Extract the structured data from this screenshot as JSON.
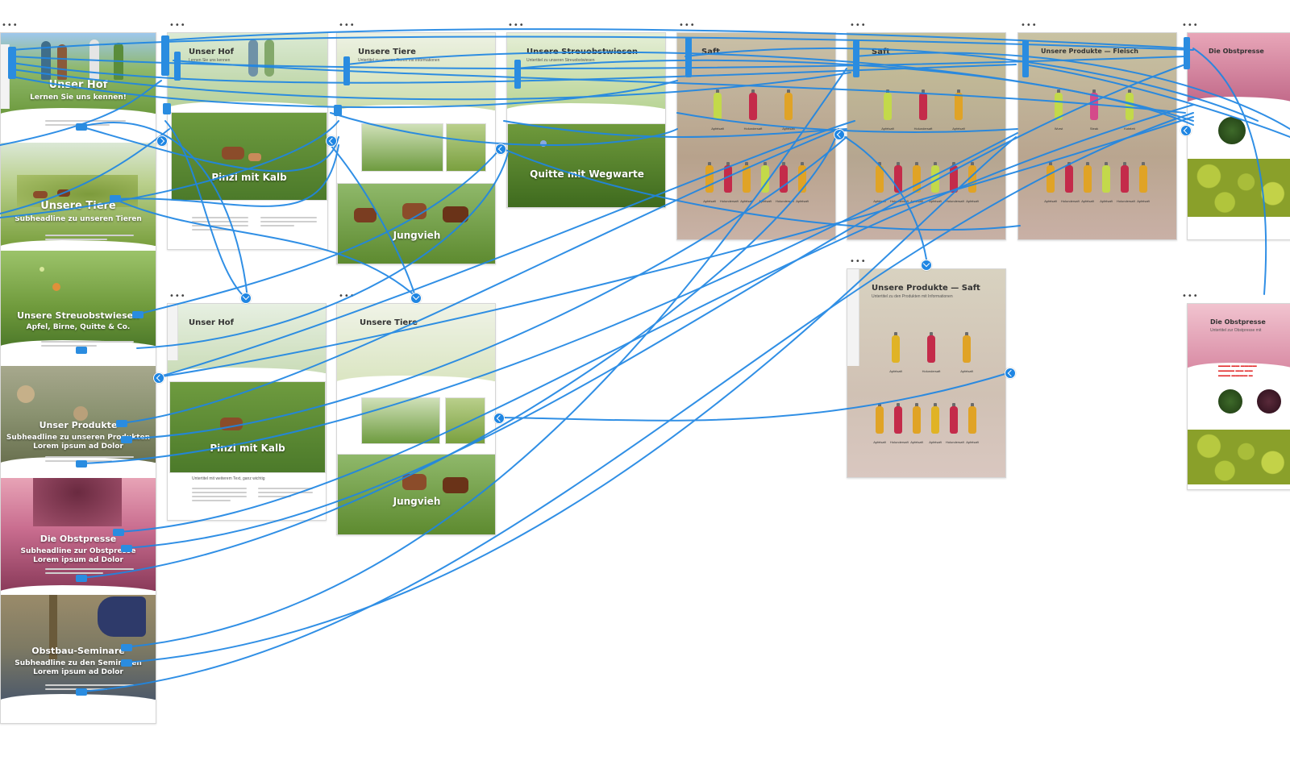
{
  "app": {
    "artboard_menu_glyph": "•••"
  },
  "home": {
    "sections": [
      {
        "title": "Unser Hof",
        "subtitle": "Lernen Sie uns kennen!"
      },
      {
        "title": "Unsere Tiere",
        "subtitle": "Subheadline zu unseren Tieren"
      },
      {
        "title": "Unsere Streuobstwiesen",
        "subtitle": "Apfel, Birne, Quitte & Co."
      },
      {
        "title": "Unser Produkte",
        "subtitle": "Subheadline zu unseren Produkten",
        "subtitle2": "Lorem ipsum ad Dolor"
      },
      {
        "title": "Die Obstpresse",
        "subtitle": "Subheadline zur Obstpresse",
        "subtitle2": "Lorem ipsum ad Dolor"
      },
      {
        "title": "Obstbau-Seminare",
        "subtitle": "Subheadline zu den Seminaren",
        "subtitle2": "Lorem ipsum ad Dolor"
      }
    ]
  },
  "pages": {
    "hof": {
      "title": "Unser Hof",
      "subtitle": "Lernen Sie uns kennen",
      "photo_caption": "Pinzi mit Kalb"
    },
    "tiere": {
      "title": "Unsere Tiere",
      "subtitle": "Untertitel zu unseren Tieren mit Informationen",
      "photo_caption": "Jungvieh"
    },
    "streuobst": {
      "title": "Unsere Streuobstwiesen",
      "subtitle": "Untertitel zu unseren Streuobstwiesen",
      "photo_caption": "Quitte mit Wegwarte"
    },
    "saft": {
      "title": "Saft"
    },
    "saft2": {
      "title": "Saft"
    },
    "fleisch": {
      "title": "Unsere Produkte — Fleisch"
    },
    "obstpresse": {
      "title": "Die Obstpresse"
    },
    "saft_detail": {
      "title": "Unsere Produkte — Saft",
      "subtitle": "Untertitel zu den Produkten mit Informationen"
    },
    "hof_detail": {
      "title": "Unser Hof",
      "subtitle2": "Untertitel mit weiterem Text, ganz wichtig",
      "photo_caption": "Pinzi mit Kalb"
    },
    "tiere_detail": {
      "title": "Unsere Tiere",
      "photo_caption": "Jungvieh"
    },
    "obstpresse_detail": {
      "title": "Die Obstpresse",
      "subtitle": "Untertitel zur Obstpresse mit"
    }
  },
  "products": {
    "row1": [
      "Apfelsaft",
      "Holundersaft",
      "Apfelsaft"
    ],
    "row2": [
      "Apfelsaft",
      "Holundersaft",
      "Apfelsaft",
      "Apfelsaft",
      "Holundersaft",
      "Apfelsaft"
    ],
    "fleisch_row1": [
      "Wurst",
      "Steak",
      "Kotelett"
    ]
  },
  "colors": {
    "wire": "#1f86e3",
    "apple": "#c3d94a",
    "elder": "#c42b4a",
    "amber": "#e0a326"
  }
}
